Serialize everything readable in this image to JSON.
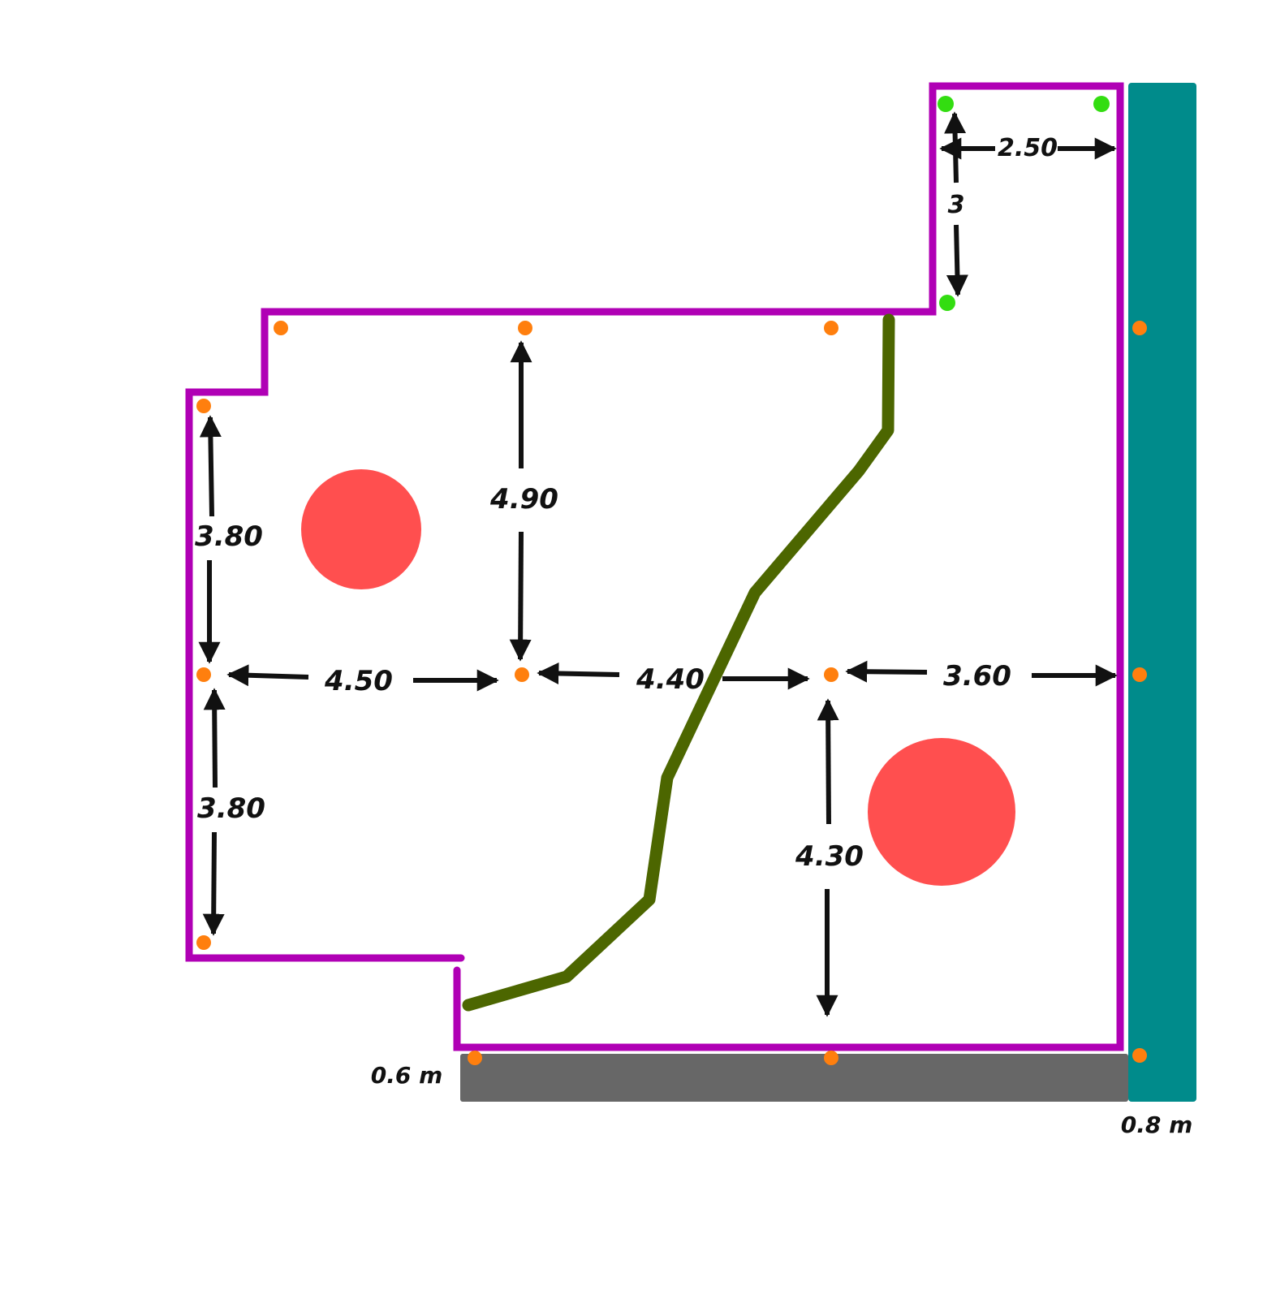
{
  "colors": {
    "boundary": "#b000b5",
    "teal_strip": "#008b8b",
    "gray_strip": "#676767",
    "path": "#4c6600",
    "circle": "#ff4f4f",
    "orange_dot": "#ff7f0e",
    "green_dot": "#33dd11",
    "arrow": "#111111"
  },
  "dimensions": {
    "top_width": "2.50",
    "top_height": "3",
    "left_upper": "3.80",
    "left_lower": "3.80",
    "center_top": "4.90",
    "h_left": "4.50",
    "h_mid": "4.40",
    "h_right": "3.60",
    "right_lower": "4.30"
  },
  "margins": {
    "bottom_strip": "0.6 m",
    "right_strip": "0.8 m"
  },
  "icons": {
    "site_boundary": "polyline",
    "obstacle": "filled-circle",
    "survey_point": "dot",
    "reference_point": "dot"
  }
}
